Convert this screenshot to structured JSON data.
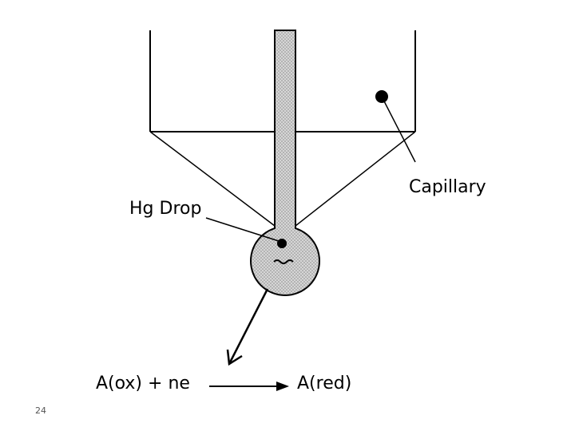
{
  "labels": {
    "capillary": "Capillary",
    "hg_drop": "Hg Drop",
    "reaction_left": "A(ox) + ne",
    "reaction_right": "A(red)"
  },
  "slide": {
    "page_number": "24"
  },
  "colors": {
    "line": "#000000",
    "stipple_dot": "#8a8a8a",
    "stipple_bg": "#d6d6d6",
    "background": "#ffffff"
  }
}
